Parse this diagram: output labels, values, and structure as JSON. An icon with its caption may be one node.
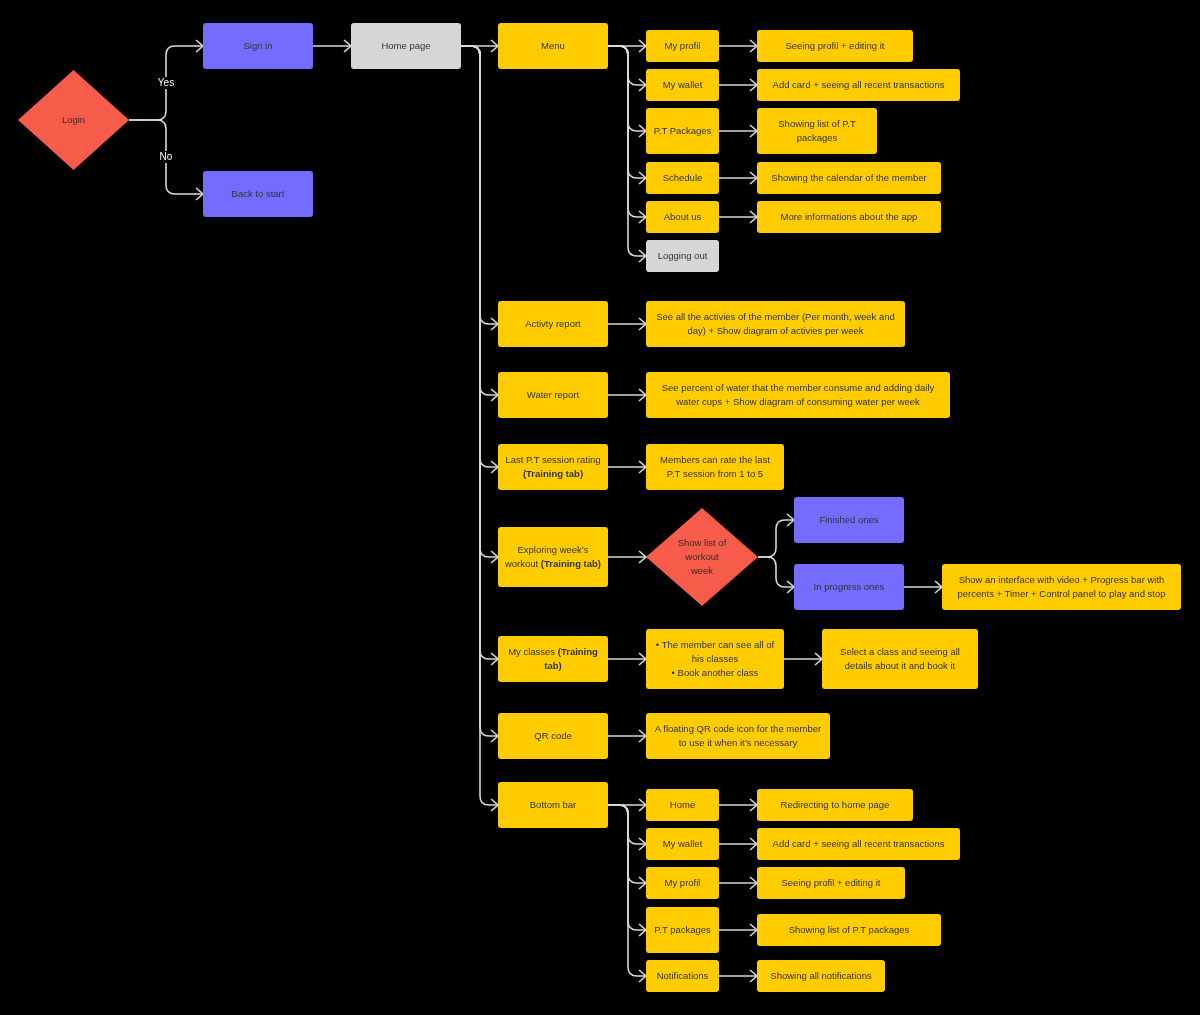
{
  "diagram": {
    "nodes": [
      {
        "text": [
          "Login"
        ]
      },
      {
        "text": [
          "Sign in"
        ]
      },
      {
        "text": [
          "Back to start"
        ]
      },
      {
        "text": [
          "Home page"
        ]
      },
      {
        "text": [
          "Menu"
        ]
      },
      {
        "text": [
          "My profil"
        ]
      },
      {
        "text": [
          "Seeing profil + editing it"
        ]
      },
      {
        "text": [
          "My wallet"
        ]
      },
      {
        "text": [
          "Add card + seeing all recent transactions"
        ]
      },
      {
        "text": [
          "P.T Packages"
        ]
      },
      {
        "text": [
          "Showing list of P.T packages"
        ]
      },
      {
        "text": [
          "Schedule"
        ]
      },
      {
        "text": [
          "Showing the calendar of the member"
        ]
      },
      {
        "text": [
          "About us"
        ]
      },
      {
        "text": [
          "More informations about the app"
        ]
      },
      {
        "text": [
          "Logging out"
        ]
      },
      {
        "text": [
          "Activty report"
        ]
      },
      {
        "text": [
          "See all the activies of the member (Per month, week and day) + Show diagram of activies per week"
        ]
      },
      {
        "text": [
          "Water report"
        ]
      },
      {
        "text": [
          "See percent of water that the member consume and adding daily water cups + Show diagram of consuming water per week"
        ]
      },
      {
        "text": [
          "Last P.T session rating **(Training tab)**"
        ]
      },
      {
        "text": [
          "Members can rate the last P.T session from 1 to 5"
        ]
      },
      {
        "text": [
          "Exploring week’s workout **(Training tab)**"
        ]
      },
      {
        "text": [
          "Show list of workout week"
        ]
      },
      {
        "text": [
          "Finished ones"
        ]
      },
      {
        "text": [
          "In progress ones"
        ]
      },
      {
        "text": [
          "Show an interface with video + Progress bar with percents + Timer + Control panel to play and stop"
        ]
      },
      {
        "text": [
          "My classes **(Training tab)**"
        ]
      },
      {
        "text": [
          "• The member can see all of his classes",
          "• Book another class"
        ]
      },
      {
        "text": [
          "Select a class and seeing all details about it and book it"
        ]
      },
      {
        "text": [
          "QR code"
        ]
      },
      {
        "text": [
          "A floating QR code icon for the member to use it when it’s necessary"
        ]
      },
      {
        "text": [
          "Bottom bar"
        ]
      },
      {
        "text": [
          "Home"
        ]
      },
      {
        "text": [
          "Redirecting to home page"
        ]
      },
      {
        "text": [
          "My wallet"
        ]
      },
      {
        "text": [
          "Add card + seeing all recent transactions"
        ]
      },
      {
        "text": [
          "My profil"
        ]
      },
      {
        "text": [
          "Seeing profil + editing it"
        ]
      },
      {
        "text": [
          "P.T packages"
        ]
      },
      {
        "text": [
          "Showing list of P.T packages"
        ]
      },
      {
        "text": [
          "Notifications"
        ]
      },
      {
        "text": [
          "Showing all notifications"
        ]
      }
    ],
    "edges": [
      {
        "from": 0,
        "to": 1,
        "arrow": "to",
        "label": "Yes"
      },
      {
        "from": 0,
        "to": 2,
        "arrow": "to",
        "label": "No"
      },
      {
        "from": 1,
        "to": 3,
        "arrow": "to"
      },
      {
        "from": 3,
        "to": 4,
        "arrow": "to"
      },
      {
        "from": 3,
        "to": 16,
        "arrow": "to"
      },
      {
        "from": 3,
        "to": 18,
        "arrow": "to"
      },
      {
        "from": 3,
        "to": 20,
        "arrow": "to"
      },
      {
        "from": 3,
        "to": 22,
        "arrow": "to"
      },
      {
        "from": 3,
        "to": 27,
        "arrow": "to"
      },
      {
        "from": 3,
        "to": 30,
        "arrow": "to"
      },
      {
        "from": 3,
        "to": 32,
        "arrow": "to"
      },
      {
        "from": 4,
        "to": 5,
        "arrow": "to"
      },
      {
        "from": 4,
        "to": 7,
        "arrow": "to"
      },
      {
        "from": 4,
        "to": 9,
        "arrow": "to"
      },
      {
        "from": 4,
        "to": 11,
        "arrow": "to"
      },
      {
        "from": 4,
        "to": 13,
        "arrow": "to"
      },
      {
        "from": 4,
        "to": 15,
        "arrow": "to"
      },
      {
        "from": 5,
        "to": 6,
        "arrow": "to"
      },
      {
        "from": 7,
        "to": 8,
        "arrow": "to"
      },
      {
        "from": 9,
        "to": 10,
        "arrow": "to"
      },
      {
        "from": 11,
        "to": 12,
        "arrow": "to"
      },
      {
        "from": 13,
        "to": 14,
        "arrow": "to"
      },
      {
        "from": 16,
        "to": 17,
        "arrow": "to"
      },
      {
        "from": 18,
        "to": 19,
        "arrow": "to"
      },
      {
        "from": 20,
        "to": 21,
        "arrow": "to"
      },
      {
        "from": 22,
        "to": 23,
        "arrow": "to"
      },
      {
        "from": 23,
        "to": 24,
        "arrow": "to"
      },
      {
        "from": 23,
        "to": 25,
        "arrow": "to"
      },
      {
        "from": 25,
        "to": 26,
        "arrow": "to"
      },
      {
        "from": 27,
        "to": 28,
        "arrow": "to"
      },
      {
        "from": 28,
        "to": 29,
        "arrow": "to"
      },
      {
        "from": 30,
        "to": 31,
        "arrow": "to"
      },
      {
        "from": 32,
        "to": 33,
        "arrow": "to"
      },
      {
        "from": 32,
        "to": 35,
        "arrow": "to"
      },
      {
        "from": 32,
        "to": 37,
        "arrow": "to"
      },
      {
        "from": 32,
        "to": 39,
        "arrow": "to"
      },
      {
        "from": 32,
        "to": 41,
        "arrow": "to"
      },
      {
        "from": 33,
        "to": 34,
        "arrow": "to"
      },
      {
        "from": 35,
        "to": 36,
        "arrow": "to"
      },
      {
        "from": 37,
        "to": 38,
        "arrow": "to"
      },
      {
        "from": 39,
        "to": 40,
        "arrow": "to"
      },
      {
        "from": 41,
        "to": 42,
        "arrow": "to"
      }
    ]
  }
}
